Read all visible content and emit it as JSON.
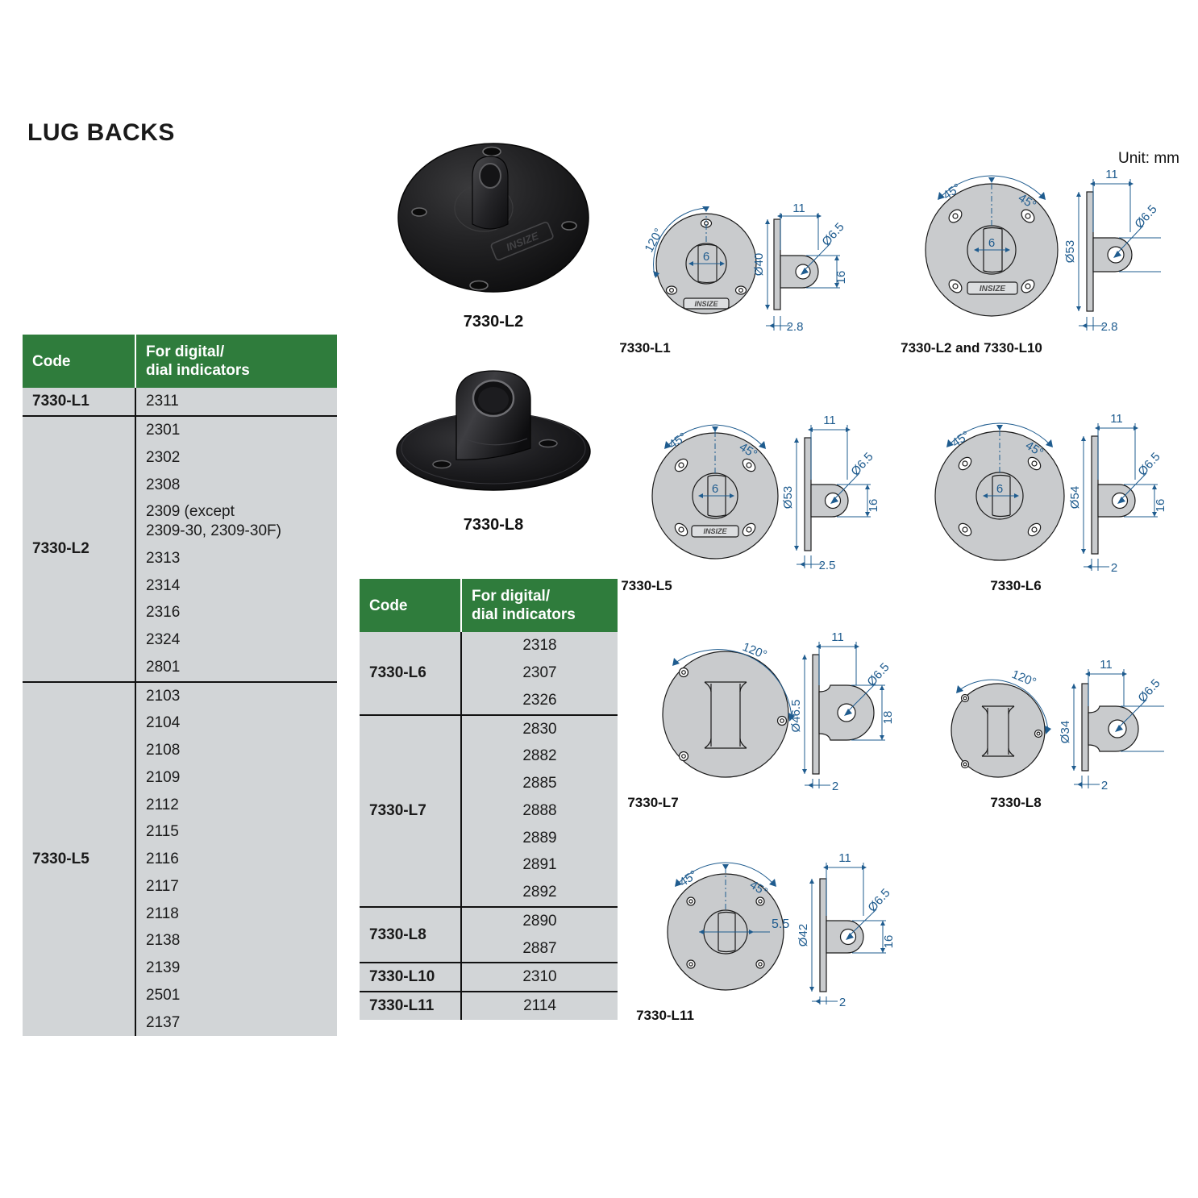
{
  "page": {
    "title": "LUG BACKS",
    "unit_note": "Unit: mm"
  },
  "photos": [
    {
      "caption": "7330-L2",
      "name": "photo-7330-l2"
    },
    {
      "caption": "7330-L8",
      "name": "photo-7330-l8"
    }
  ],
  "tables": [
    {
      "id": "table-left",
      "headers": {
        "code": "Code",
        "indicators": "For digital/\ndial indicators"
      },
      "rows": [
        {
          "code": "7330-L1",
          "items": [
            "2311"
          ]
        },
        {
          "code": "7330-L2",
          "items": [
            "2301",
            "2302",
            "2308",
            "2309 (except\n2309-30, 2309-30F)",
            "2313",
            "2314",
            "2316",
            "2324",
            "2801"
          ]
        },
        {
          "code": "7330-L5",
          "items": [
            "2103",
            "2104",
            "2108",
            "2109",
            "2112",
            "2115",
            "2116",
            "2117",
            "2118",
            "2138",
            "2139",
            "2501",
            "2137"
          ]
        }
      ]
    },
    {
      "id": "table-mid",
      "headers": {
        "code": "Code",
        "indicators": "For digital/\ndial indicators"
      },
      "rows": [
        {
          "code": "7330-L6",
          "items": [
            "2318",
            "2307",
            "2326"
          ]
        },
        {
          "code": "7330-L7",
          "items": [
            "2830",
            "2882",
            "2885",
            "2888",
            "2889",
            "2891",
            "2892"
          ]
        },
        {
          "code": "7330-L8",
          "items": [
            "2890",
            "2887"
          ]
        },
        {
          "code": "7330-L10",
          "items": [
            "2310"
          ]
        },
        {
          "code": "7330-L11",
          "items": [
            "2114"
          ]
        }
      ]
    }
  ],
  "drawings": [
    {
      "id": "dwg-l1",
      "caption": "7330-L1",
      "angle": "120°",
      "bore": "6",
      "holes": 3,
      "has_logo": true,
      "diameter": "Ø40",
      "lug_length": "11",
      "lug_hole": "Ø6.5",
      "lug_height": "16",
      "thickness": "2.8"
    },
    {
      "id": "dwg-l2-l10",
      "caption": "7330-L2 and 7330-L10",
      "angle_left": "45°",
      "angle_right": "45°",
      "bore": "6",
      "holes": 4,
      "has_logo": true,
      "diameter": "Ø53",
      "lug_length": "11",
      "lug_hole": "Ø6.5",
      "lug_height": "",
      "thickness": "2.8"
    },
    {
      "id": "dwg-l5",
      "caption": "7330-L5",
      "angle_left": "45°",
      "angle_right": "45°",
      "bore": "6",
      "holes": 4,
      "has_logo": true,
      "diameter": "Ø53",
      "lug_length": "11",
      "lug_hole": "Ø6.5",
      "lug_height": "16",
      "thickness": "2.5"
    },
    {
      "id": "dwg-l6",
      "caption": "7330-L6",
      "angle_left": "45°",
      "angle_right": "45°",
      "bore": "6",
      "holes": 4,
      "has_logo": false,
      "diameter": "Ø54",
      "lug_length": "11",
      "lug_hole": "Ø6.5",
      "lug_height": "16",
      "thickness": "2"
    },
    {
      "id": "dwg-l7",
      "caption": "7330-L7",
      "angle": "120°",
      "bore": "",
      "holes": 3,
      "has_logo": false,
      "diameter": "Ø46.5",
      "lug_length": "11",
      "lug_hole": "Ø6.5",
      "lug_height": "18",
      "thickness": "2"
    },
    {
      "id": "dwg-l8",
      "caption": "7330-L8",
      "angle": "120°",
      "bore": "",
      "holes": 3,
      "has_logo": false,
      "diameter": "Ø34",
      "lug_length": "11",
      "lug_hole": "Ø6.5",
      "lug_height": "",
      "thickness": "2"
    },
    {
      "id": "dwg-l11",
      "caption": "7330-L11",
      "angle_left": "45°",
      "angle_right": "45°",
      "bore": "5.5",
      "holes": 4,
      "has_logo": false,
      "diameter": "Ø42",
      "lug_length": "11",
      "lug_hole": "Ø6.5",
      "lug_height": "16",
      "thickness": "2"
    }
  ],
  "colors": {
    "header_green": "#2f7c3c",
    "table_gray": "#d2d5d7",
    "dim_blue": "#1f5c8f",
    "part_fill": "#c9cbcd",
    "line": "#1a1a1a"
  }
}
